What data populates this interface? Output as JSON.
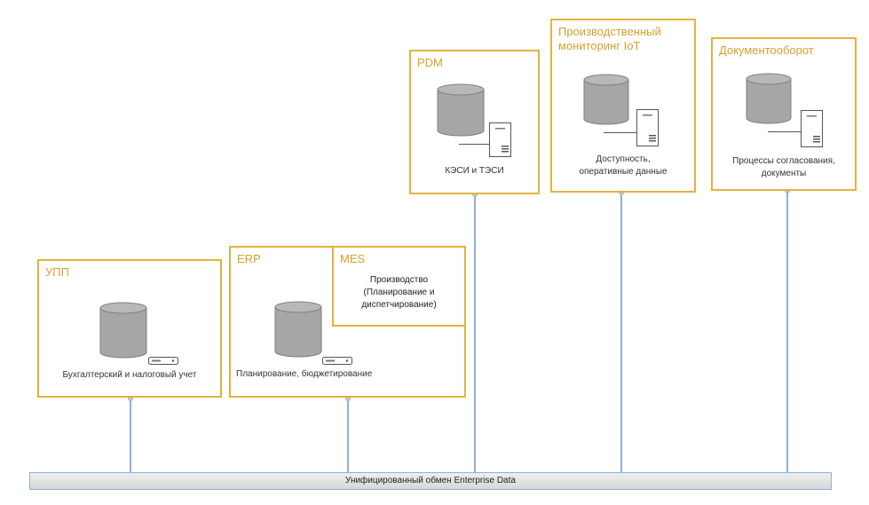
{
  "systems": {
    "upp": {
      "title": "УПП",
      "desc": "Бухгалтерский и налоговый учет"
    },
    "erp": {
      "title": "ERP",
      "desc": "Планирование, бюджетирование"
    },
    "mes": {
      "title": "MES",
      "desc_line1": "Производство",
      "desc_line2": "(Планирование и",
      "desc_line3": "диспетчирование)"
    },
    "pdm": {
      "title": "PDM",
      "desc": "КЭСИ и ТЭСИ"
    },
    "iot": {
      "title_line1": "Производственный",
      "title_line2": "мониторинг IoT",
      "desc_line1": "Доступность,",
      "desc_line2": "оперативные данные"
    },
    "docs": {
      "title": "Документооборот",
      "desc_line1": "Процессы согласования,",
      "desc_line2": "документы"
    }
  },
  "bus": {
    "label": "Унифицированный обмен Enterprise Data"
  },
  "colors": {
    "box_border": "#e2b33d",
    "title": "#d6a12d",
    "connector": "#8fb0d6",
    "db_fill": "#a6a6a6"
  },
  "icons": [
    "database-icon",
    "server-icon",
    "rack-server-icon"
  ]
}
